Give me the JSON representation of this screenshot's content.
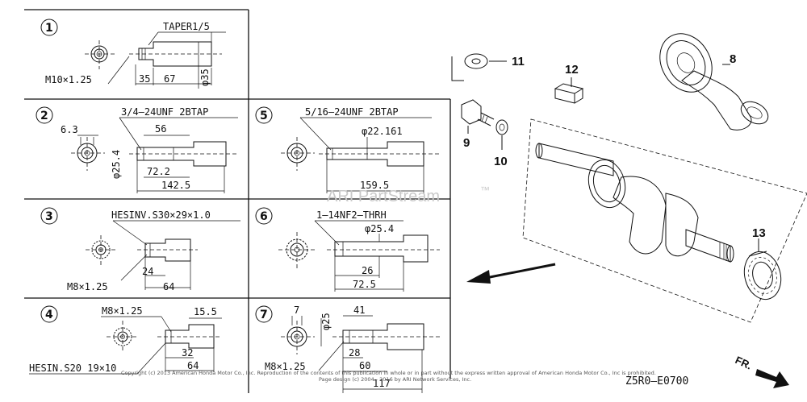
{
  "watermark": "ARI PartStream",
  "watermark_tm": "™",
  "copyright_line1": "Copyright (c) 2013 American Honda Motor Co., Inc. Reproduction of the contents of this publication in whole or in part without the express written approval of American Honda Motor Co., Inc is prohibited.",
  "copyright_line2": "Page design (c) 2004 - 2016 by ARI Network Services, Inc.",
  "diagram_code": "Z5R0—E0700",
  "front_label": "FR.",
  "panels": [
    {
      "num": "1",
      "spec": "TAPER1/5",
      "thread": "M10×1.25",
      "dims": [
        "35",
        "67",
        "φ35"
      ]
    },
    {
      "num": "2",
      "spec": "3/4—24UNF 2BTAP",
      "dims": [
        "6.3",
        "56",
        "φ25.4",
        "72.2",
        "142.5"
      ]
    },
    {
      "num": "3",
      "spec": "HESINV.S30×29×1.0",
      "thread": "M8×1.25",
      "dims": [
        "24",
        "64"
      ]
    },
    {
      "num": "4",
      "spec": "HESIN.S20 19×10",
      "thread": "M8×1.25",
      "dims": [
        "15.5",
        "32",
        "64"
      ]
    },
    {
      "num": "5",
      "spec": "5/16—24UNF 2BTAP",
      "dims": [
        "φ22.161",
        "159.5"
      ]
    },
    {
      "num": "6",
      "spec": "1—14NF2—THRH",
      "dims": [
        "φ25.4",
        "26",
        "72.5"
      ]
    },
    {
      "num": "7",
      "thread": "M8×1.25",
      "dims": [
        "7",
        "φ25",
        "41",
        "28",
        "60",
        "117"
      ]
    }
  ],
  "parts": [
    "8",
    "9",
    "10",
    "11",
    "12",
    "13"
  ]
}
